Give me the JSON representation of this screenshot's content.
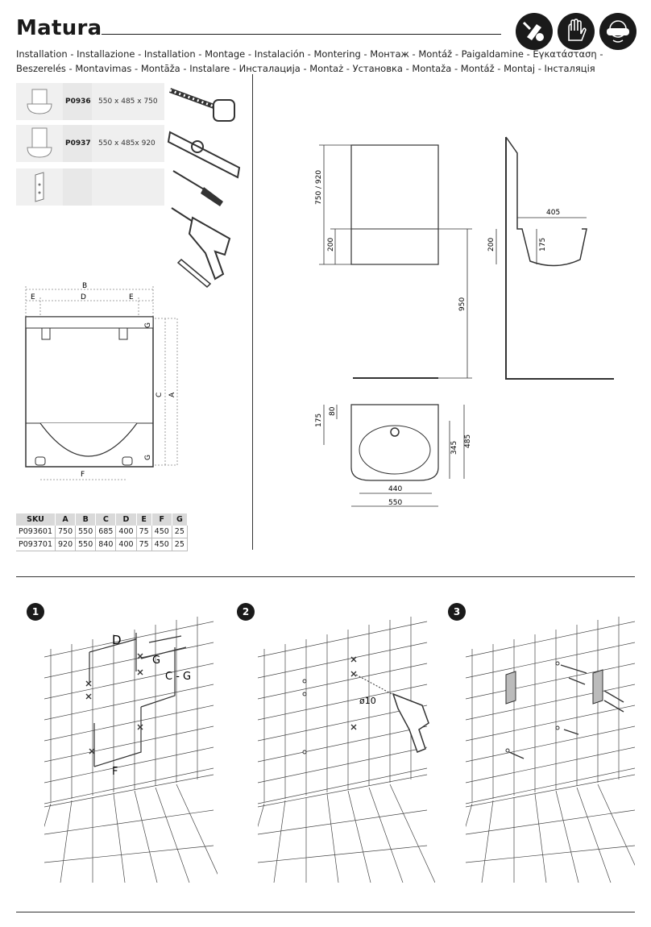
{
  "header": {
    "title": "Matura",
    "subtitle": "Installation - Installazione - Installation - Montage - Instalación - Montering - Монтаж - Montáž - Paigaldamine - Εγκατάσταση - Beszerelés - Montavimas - Montāža - Instalare - Инсталација - Montaż - Установка - Montaža - Montáž - Montaj - Інсталяція"
  },
  "safety_icons": [
    "hammer-drill-warning-icon",
    "gloves-icon",
    "safety-goggles-icon"
  ],
  "products": [
    {
      "code": "P0936",
      "dims": "550 x 485 x 750",
      "icon": "basin-low-icon"
    },
    {
      "code": "P0937",
      "dims": "550 x 485x 920",
      "icon": "basin-high-icon"
    },
    {
      "code": "",
      "dims": "",
      "icon": "wall-bracket-icon"
    }
  ],
  "tools": [
    "tape-measure-icon",
    "spirit-level-icon",
    "screwdriver-icon",
    "drill-icon",
    "pencil-icon"
  ],
  "front_diagram": {
    "labels": {
      "B": "B",
      "D": "D",
      "E_left": "E",
      "E_right": "E",
      "C": "C",
      "A": "A",
      "G_top": "G",
      "G_bottom": "G",
      "F": "F"
    }
  },
  "dimension_drawing": {
    "front": {
      "h_total": "750 / 920",
      "h_lower": "200",
      "floor_height": "950"
    },
    "side": {
      "depth": "405",
      "rim": "200",
      "bowl": "175"
    },
    "top": {
      "d80": "80",
      "d175": "175",
      "d345": "345",
      "d485": "485",
      "w440": "440",
      "w550": "550"
    }
  },
  "sku_table": {
    "headers": [
      "SKU",
      "A",
      "B",
      "C",
      "D",
      "E",
      "F",
      "G"
    ],
    "rows": [
      [
        "P093601",
        "750",
        "550",
        "685",
        "400",
        "75",
        "450",
        "25"
      ],
      [
        "P093701",
        "920",
        "550",
        "840",
        "400",
        "75",
        "450",
        "25"
      ]
    ]
  },
  "steps": [
    {
      "number": "1",
      "labels": {
        "D": "D",
        "G": "G",
        "CG": "C - G",
        "F": "F"
      }
    },
    {
      "number": "2",
      "labels": {
        "drill": "ø10"
      }
    },
    {
      "number": "3",
      "labels": {}
    }
  ]
}
